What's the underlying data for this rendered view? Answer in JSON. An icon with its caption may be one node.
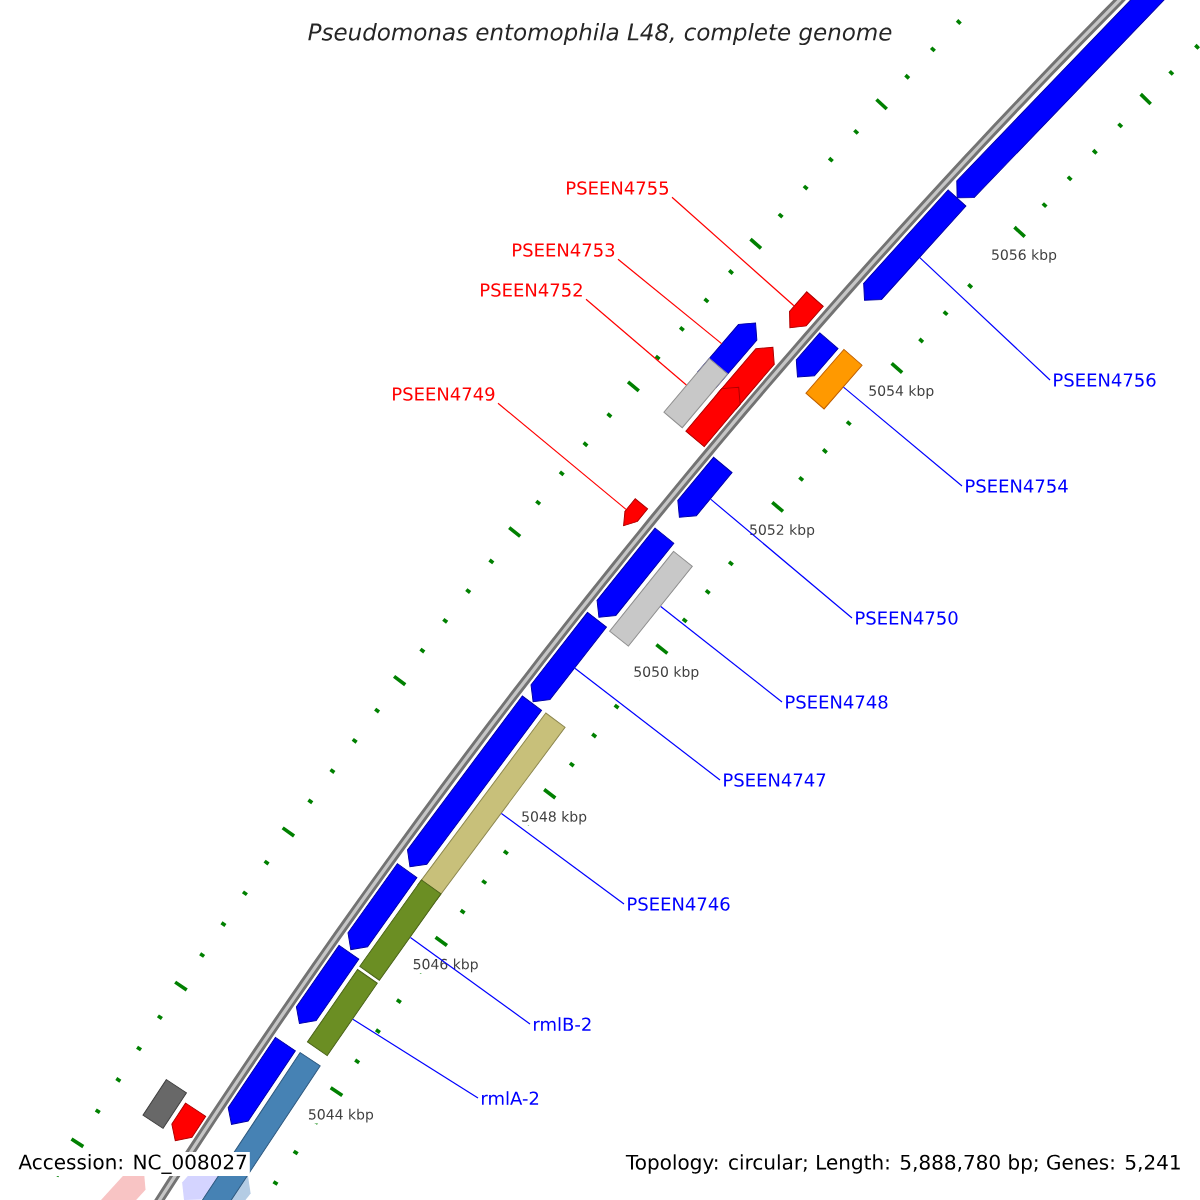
{
  "diagram": {
    "title": "Pseudomonas entomophila L48, complete genome",
    "nodes": [
      {
        "text": [
          "PSEEN4755"
        ]
      },
      {
        "text": [
          "PSEEN4753"
        ]
      },
      {
        "text": [
          "PSEEN4752"
        ]
      },
      {
        "text": [
          "PSEEN4749"
        ]
      },
      {
        "text": [
          "PSEEN4756"
        ]
      },
      {
        "text": [
          "PSEEN4754"
        ]
      },
      {
        "text": [
          "PSEEN4750"
        ]
      },
      {
        "text": [
          "PSEEN4748"
        ]
      },
      {
        "text": [
          "PSEEN4747"
        ]
      },
      {
        "text": [
          "PSEEN4746"
        ]
      },
      {
        "text": [
          "rmlB-2"
        ]
      },
      {
        "text": [
          "rmlA-2"
        ]
      },
      {
        "text": [],
        "shape": "pentagon"
      },
      {
        "text": [],
        "shape": "pentagon"
      },
      {
        "text": [],
        "shape": "pentagon"
      },
      {
        "text": [],
        "shape": "pentagon"
      },
      {
        "text": [],
        "shape": "pentagon"
      },
      {
        "text": [],
        "shape": "pentagon"
      },
      {
        "text": [],
        "shape": "box"
      },
      {
        "text": [],
        "shape": "box"
      },
      {
        "text": [],
        "shape": "pentagon"
      },
      {
        "text": [],
        "shape": "pentagon"
      },
      {
        "text": [],
        "shape": "pentagon"
      },
      {
        "text": [],
        "shape": "pentagon"
      },
      {
        "text": [],
        "shape": "box"
      },
      {
        "text": [],
        "shape": "pentagon"
      },
      {
        "text": [],
        "shape": "pentagon"
      },
      {
        "text": [],
        "shape": "box"
      },
      {
        "text": [],
        "shape": "pentagon"
      },
      {
        "text": [],
        "shape": "box"
      },
      {
        "text": [],
        "shape": "pentagon"
      },
      {
        "text": [],
        "shape": "box"
      },
      {
        "text": [],
        "shape": "pentagon"
      },
      {
        "text": [],
        "shape": "box"
      },
      {
        "text": [],
        "shape": "box"
      },
      {
        "text": [],
        "shape": "pentagon"
      }
    ],
    "edges": [
      {
        "from": 0,
        "to": 14,
        "arrow": "none",
        "color": "#ff0000"
      },
      {
        "from": 1,
        "to": 15,
        "arrow": "none",
        "color": "#ff0000"
      },
      {
        "from": 2,
        "to": 18,
        "arrow": "none",
        "color": "#ff0000"
      },
      {
        "from": 3,
        "to": 21,
        "arrow": "none",
        "color": "#ff0000"
      },
      {
        "from": 4,
        "to": 13,
        "arrow": "none"
      },
      {
        "from": 5,
        "to": 19,
        "arrow": "none"
      },
      {
        "from": 6,
        "to": 22,
        "arrow": "none"
      },
      {
        "from": 7,
        "to": 24,
        "arrow": "none"
      },
      {
        "from": 8,
        "to": 25,
        "arrow": "none"
      },
      {
        "from": 9,
        "to": 27,
        "arrow": "none"
      },
      {
        "from": 10,
        "to": 29,
        "arrow": "none"
      },
      {
        "from": 11,
        "to": 31,
        "arrow": "none"
      }
    ],
    "labels": [
      "5056 kbp",
      "5054 kbp",
      "5052 kbp",
      "5050 kbp",
      "5048 kbp",
      "5046 kbp",
      "5044 kbp",
      "Accession: NC_008027",
      "Topology: circular; Length: 5,888,780 bp; Genes: 5,241"
    ]
  }
}
